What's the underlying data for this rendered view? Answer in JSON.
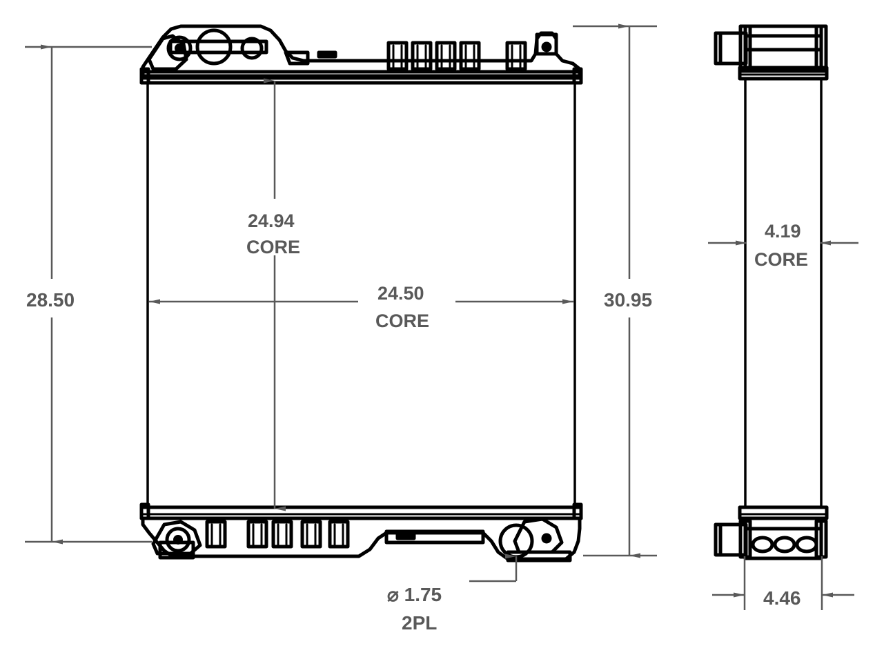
{
  "drawing": {
    "type": "engineering-dimension-drawing",
    "subject": "radiator",
    "views": [
      {
        "name": "front-view",
        "label": ""
      },
      {
        "name": "side-view",
        "label": ""
      }
    ],
    "units": "inches",
    "line_color": "#000000",
    "dimension_color": "#595959",
    "background": "#ffffff"
  },
  "dimensions": {
    "overall_height": {
      "value": "28.50",
      "note": "",
      "name": "overall-height-dimension"
    },
    "core_height": {
      "value": "24.94",
      "note": "CORE",
      "name": "core-height-dimension"
    },
    "core_width": {
      "value": "24.50",
      "note": "CORE",
      "name": "core-width-dimension"
    },
    "overall_height_right": {
      "value": "30.95",
      "note": "",
      "name": "overall-height-right-dimension"
    },
    "core_depth": {
      "value": "4.19",
      "note": "CORE",
      "name": "core-depth-dimension"
    },
    "tank_depth": {
      "value": "4.46",
      "note": "",
      "name": "tank-depth-dimension"
    },
    "hole_diameter": {
      "value": "⌀ 1.75",
      "note": "2PL",
      "name": "hole-diameter-callout"
    }
  }
}
